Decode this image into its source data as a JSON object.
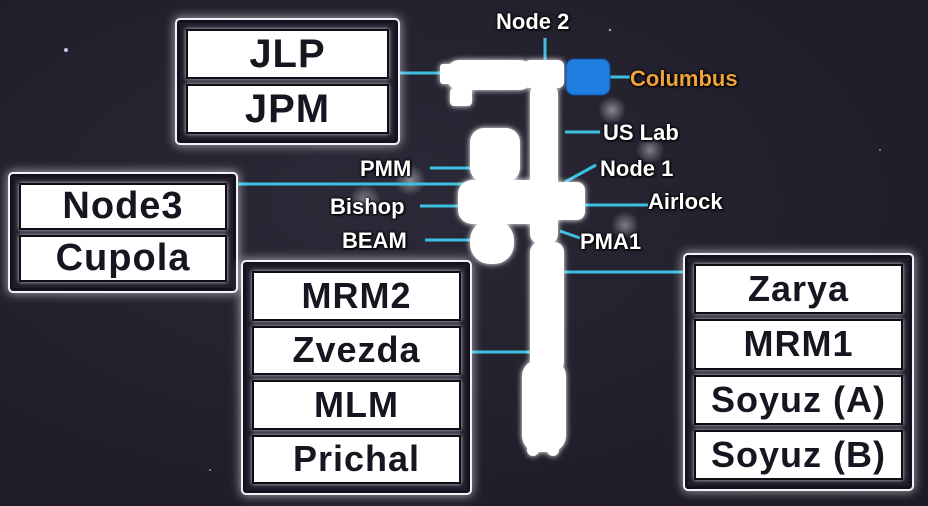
{
  "diagram": {
    "module_groups": {
      "japan": [
        "JLP",
        "JPM"
      ],
      "node3": [
        "Node3",
        "Cupola"
      ],
      "russian": [
        "MRM2",
        "Zvezda",
        "MLM",
        "Prichal"
      ],
      "russia_b": [
        "Zarya",
        "MRM1",
        "Soyuz (A)",
        "Soyuz (B)"
      ]
    },
    "labels": {
      "node2": "Node 2",
      "columbus": "Columbus",
      "us_lab": "US Lab",
      "pmm": "PMM",
      "node1": "Node 1",
      "bishop": "Bishop",
      "airlock": "Airlock",
      "beam": "BEAM",
      "pma1": "PMA1"
    },
    "colors": {
      "background": "#221f2c",
      "connector": "#3cc0e0",
      "columbus_label": "#f0a33a",
      "columbus_module": "#1f7de0",
      "station": "#ffffff"
    }
  }
}
